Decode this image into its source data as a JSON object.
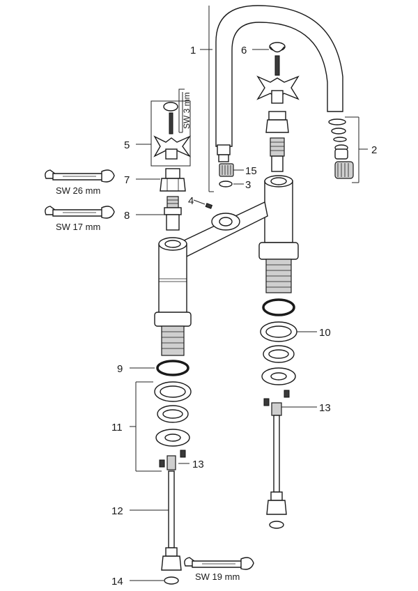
{
  "diagram": {
    "parts": [
      {
        "id": "1"
      },
      {
        "id": "2"
      },
      {
        "id": "3"
      },
      {
        "id": "4"
      },
      {
        "id": "5"
      },
      {
        "id": "6"
      },
      {
        "id": "7"
      },
      {
        "id": "8"
      },
      {
        "id": "9"
      },
      {
        "id": "10"
      },
      {
        "id": "11"
      },
      {
        "id": "12"
      },
      {
        "id": "13a",
        "label": "13"
      },
      {
        "id": "13b",
        "label": "13"
      },
      {
        "id": "14"
      },
      {
        "id": "15"
      }
    ],
    "labels": {
      "p1": "1",
      "p2": "2",
      "p3": "3",
      "p4": "4",
      "p5": "5",
      "p6": "6",
      "p7": "7",
      "p8": "8",
      "p9": "9",
      "p10": "10",
      "p11": "11",
      "p12": "12",
      "p13_right": "13",
      "p13_left": "13",
      "p14": "14",
      "p15": "15"
    },
    "wrenches": {
      "sw26": "SW 26 mm",
      "sw17": "SW 17 mm",
      "sw19": "SW 19 mm",
      "sw3": "SW 3 mm"
    },
    "colors": {
      "line": "#1a1a1a",
      "fill": "#ffffff",
      "shade": "#cfcfcf",
      "dark": "#3a3a3a"
    },
    "icons": [
      "wrench-icon",
      "hex-key-icon"
    ]
  }
}
